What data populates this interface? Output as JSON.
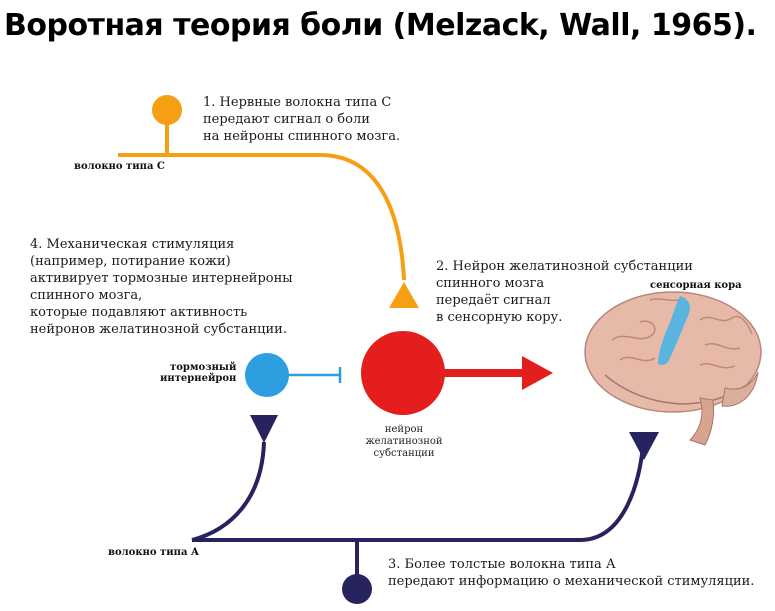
{
  "title": "Воротная теория боли (Melzack, Wall, 1965).",
  "colors": {
    "c_fiber": "#f5a012",
    "a_fiber": "#27235e",
    "gelatinosa_neuron": "#e41d1d",
    "inhibitory_interneuron": "#2d9ee0",
    "sensory_cortex": "#5ab4e0",
    "brain": "#e6b9a8"
  },
  "labels": {
    "c_fiber": "волокно типа С",
    "a_fiber": "волокно типа А",
    "inhibitory_interneuron": [
      "тормозный",
      "интернейрон"
    ],
    "gelatinosa_neuron": [
      "нейрон",
      "желатинозной",
      "субстанции"
    ],
    "sensory_cortex": "сенсорная кора"
  },
  "notes": {
    "note1": [
      "1. Нервные волокна типа С",
      "передают сигнал о боли",
      "на нейроны спинного мозга."
    ],
    "note2": [
      "2. Нейрон желатинозной субстанции",
      "спинного мозга",
      "передаёт сигнал",
      "в сенсорную кору."
    ],
    "note3": [
      "3. Более толстые волокна типа А",
      "передают информацию о механической стимуляции."
    ],
    "note4": [
      "4. Механическая стимуляция",
      "(например, потирание кожи)",
      "активирует тормозные интернейроны",
      "спинного мозга,",
      "которые подавляют активность",
      "нейронов желатинозной субстанции."
    ]
  },
  "icons": {
    "brain": "brain-icon",
    "neuron": "neuron-cell-icon"
  }
}
